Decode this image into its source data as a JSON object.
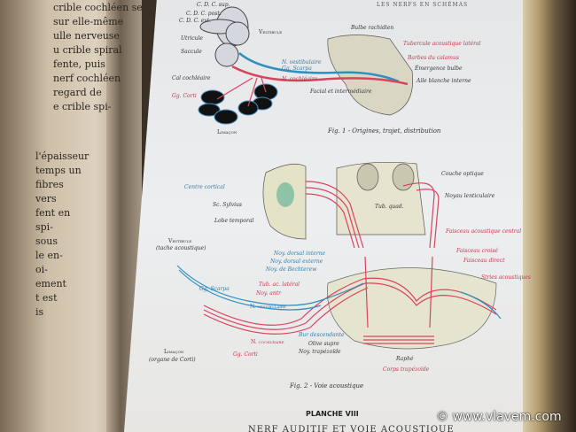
{
  "left_page": {
    "lines": [
      "crible cochléen se",
      "sur elle-même",
      "ulle nerveuse",
      "u crible spiral",
      "fente, puis",
      "nerf cochléen",
      "regard de",
      "e crible spi-",
      "l'épaisseur",
      "temps un",
      "fibres",
      "vers",
      "fent en",
      "spi-",
      "sous",
      "le en-",
      "oi-",
      "ement",
      "t est",
      "is"
    ]
  },
  "header": "LES NERFS EN SCHÉMAS",
  "figure1": {
    "caption": "Fig. 1 - Origines, trajet, distribution",
    "labels": [
      "C. D. C. sup.",
      "C. D. C. post.",
      "C. D. C. ext.",
      "Utricule",
      "Saccule",
      "Vestibule",
      "Gg. Scarpa",
      "N. vestibulaire",
      "Gg. Scarpa",
      "N. cochléaire",
      "Cal cochléaire",
      "Gg. Corti",
      "Limaçon",
      "Facial et intermédiaire",
      "Bulbe rachidien",
      "Tubercule acoustique latéral",
      "Barbes du calamus",
      "Émergence bulbe",
      "Aile blanche interne"
    ]
  },
  "figure2": {
    "caption": "Fig. 2 - Voie acoustique",
    "labels": {
      "centre_cortical": "Centre cortical",
      "sc_sylvius": "Sc. Sylvius",
      "lobe_temporal": "Lobe temporal",
      "couche_optique": "Couche optique",
      "noyau_lenticulaire": "Noyau lenticulaire",
      "tub_quad": "Tub. quad.",
      "faisceau_central": "Faisceau acoustique central",
      "vestibule": "Vestibule",
      "tache": "(tache acoustique)",
      "noy_dorsal_interne": "Noy. dorsal interne",
      "noy_dorsal_externe": "Noy. dorsal externe",
      "noy_bechterew": "Noy. de Bechterew",
      "faisceau_croise": "Faisceau croisé",
      "faisceau_direct": "Faisceau direct",
      "stries": "Stries acoustiques",
      "gg_scarpa": "Gg. Scarpa",
      "tub_ac_lateral": "Tub. ac. latéral",
      "noy_ant": "Noy. antr",
      "n_vestibulaire": "N. vestibulaire",
      "limacon": "Limaçon",
      "organe_corti": "(organe de Corti)",
      "gg_corti": "Gg. Corti",
      "n_cochleaire": "N. cochléaire",
      "bur_descendante": "Bur descendante",
      "olive": "Olive supre",
      "noy_trapezoide": "Noy. trapézoïde",
      "raphe": "Raphé",
      "corps_trapezoide": "Corps trapézoïde"
    }
  },
  "plate_title": "PLANCHE VIII",
  "plate_subtitle": "NERF AUDITIF ET VOIE ACOUSTIQUE",
  "watermark": "© www.vlavem.com",
  "colors": {
    "nerve_red": "#d9435c",
    "nerve_blue": "#2f8fbf",
    "page": "#e8eaec"
  }
}
